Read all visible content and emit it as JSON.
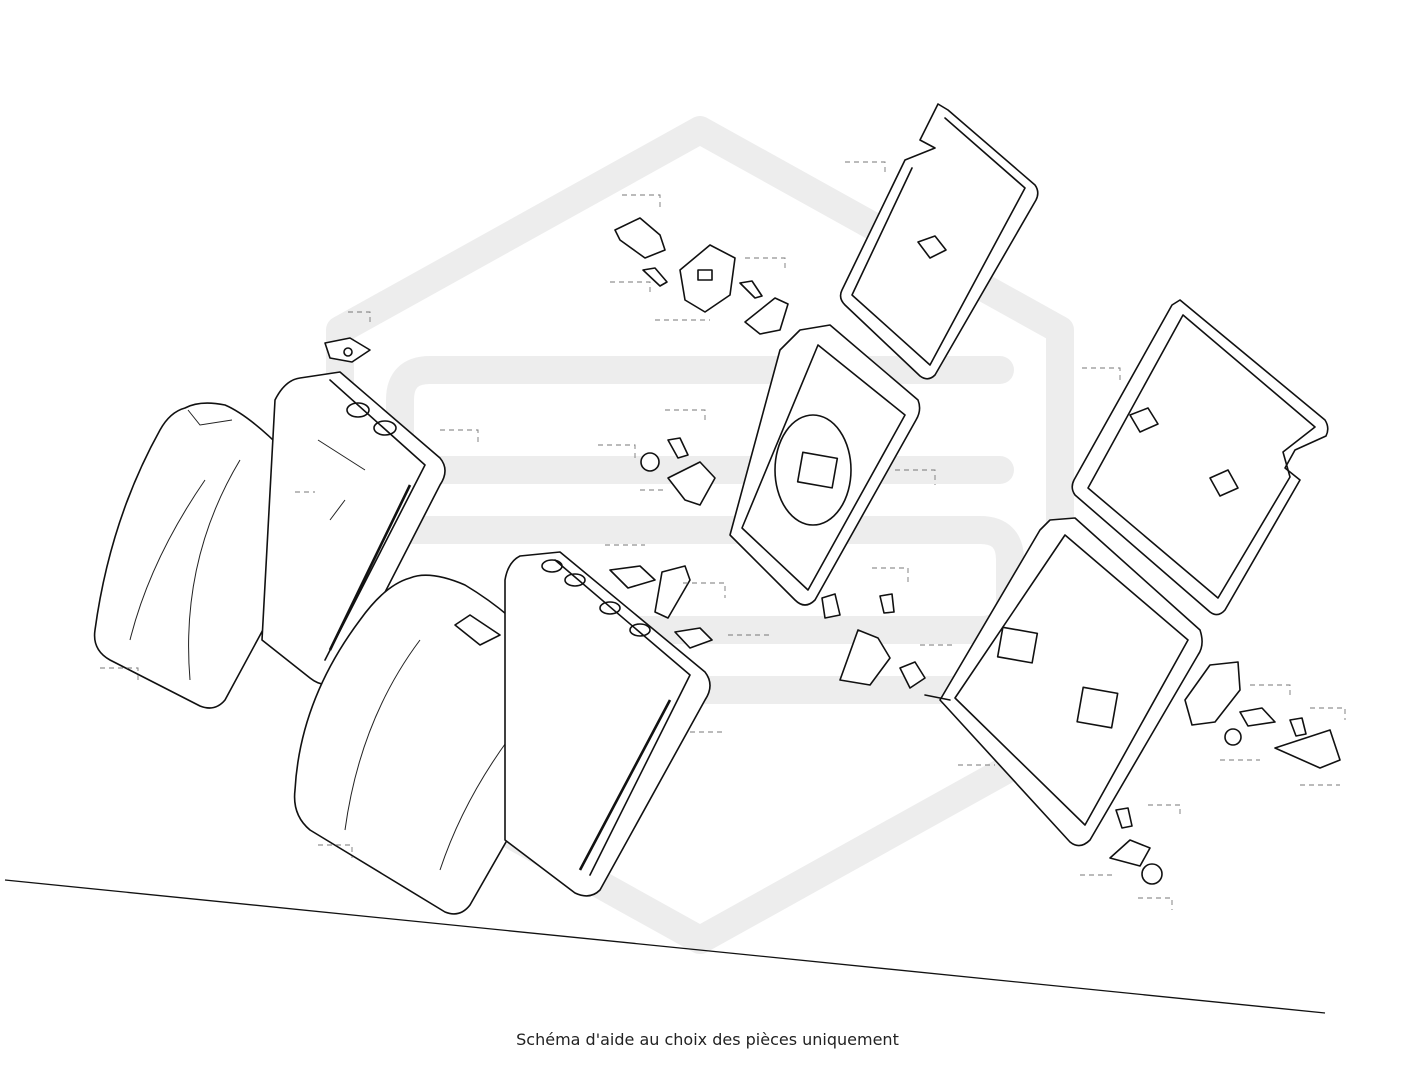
{
  "caption": "Schéma d'aide au choix des pièces uniquement",
  "watermark": "brand-logo-watermark",
  "colors": {
    "line": "#111111",
    "watermark": "#ededed",
    "callout": "#777777"
  },
  "parts": [
    "backrest-cushion-left",
    "backrest-frame-cover-left",
    "backrest-cushion-right",
    "backrest-frame-cover-right",
    "backrest-frame-left",
    "backrest-frame-right",
    "rear-panel-left",
    "rear-panel-right",
    "latch-mechanism",
    "hinge-bracket",
    "headrest-guide",
    "screw",
    "bolt",
    "clip"
  ]
}
